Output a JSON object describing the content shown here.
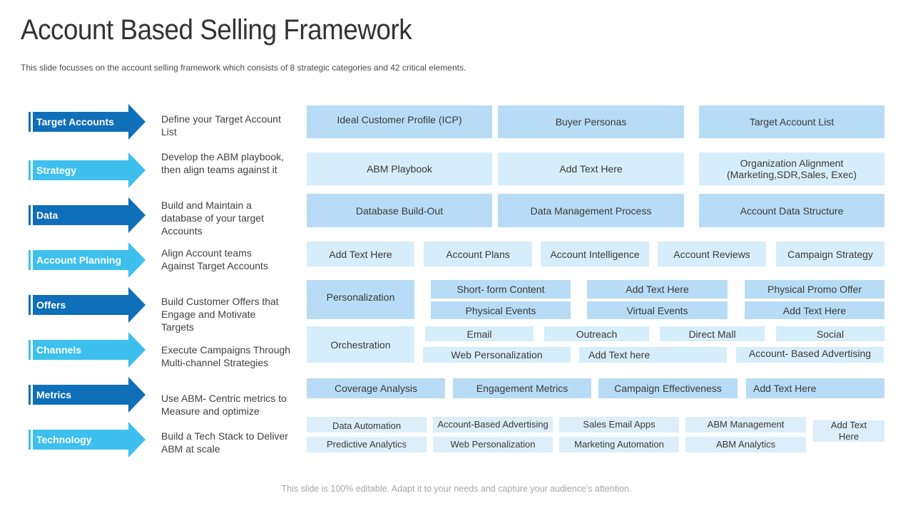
{
  "title": "Account Based Selling Framework",
  "subtitle": "This slide focusses on the account selling framework which consists  of 8 strategic categories and 42 critical elements.",
  "footer": "This slide is 100% editable. Adapt it to your needs and capture your audience's attention.",
  "colors": {
    "dark_arrow": "#0f6fb8",
    "light_arrow": "#3ec0ee",
    "box_mid": "#b8dcf5",
    "box_light": "#d6eefb"
  },
  "rows": [
    {
      "label": "Target Accounts",
      "description": "Define your Target Account List",
      "style": "dark",
      "items": [
        "Ideal Customer Profile (ICP)",
        "Buyer Personas",
        "Target Account List"
      ]
    },
    {
      "label": "Strategy",
      "description": "Develop the ABM playbook, then align teams against it",
      "style": "light",
      "items": [
        "ABM Playbook",
        "Add Text Here",
        "Organization Alignment (Marketing,SDR,Sales, Exec)"
      ]
    },
    {
      "label": "Data",
      "description": "Build and Maintain a database of your target Accounts",
      "style": "dark",
      "items": [
        "Database Build-Out",
        "Data Management Process",
        "Account Data Structure"
      ]
    },
    {
      "label": "Account Planning",
      "description": "Align Account teams Against Target Accounts",
      "style": "light",
      "items": [
        "Add Text Here",
        "Account Plans",
        "Account Intelligence",
        "Account Reviews",
        "Campaign Strategy"
      ]
    },
    {
      "label": "Offers",
      "description": "Build Customer Offers that Engage and Motivate Targets",
      "style": "dark",
      "lead": "Personalization",
      "items": [
        "Short- form Content",
        "Add Text Here",
        "Physical Promo Offer",
        "Physical Events",
        "Virtual Events",
        "Add Text Here"
      ]
    },
    {
      "label": "Channels",
      "description": "Execute Campaigns Through Multi-channel Strategies",
      "style": "light",
      "lead": "Orchestration",
      "items": [
        "Email",
        "Outreach",
        "Direct Mall",
        "Social",
        "Web Personalization",
        "Add Text here",
        "Account- Based Advertising"
      ]
    },
    {
      "label": "Metrics",
      "description": "Use ABM- Centric metrics to Measure and optimize",
      "style": "dark",
      "items": [
        "Coverage Analysis",
        "Engagement Metrics",
        "Campaign Effectiveness",
        "Add Text Here"
      ]
    },
    {
      "label": "Technology",
      "description": "Build a Tech Stack to Deliver ABM at scale",
      "style": "light",
      "items": [
        "Data Automation",
        "Account-Based Advertising",
        "Sales Email Apps",
        "ABM Management",
        "Predictive Analytics",
        "Web Personalization",
        "Marketing Automation",
        "ABM Analytics",
        "Add Text Here"
      ]
    }
  ]
}
